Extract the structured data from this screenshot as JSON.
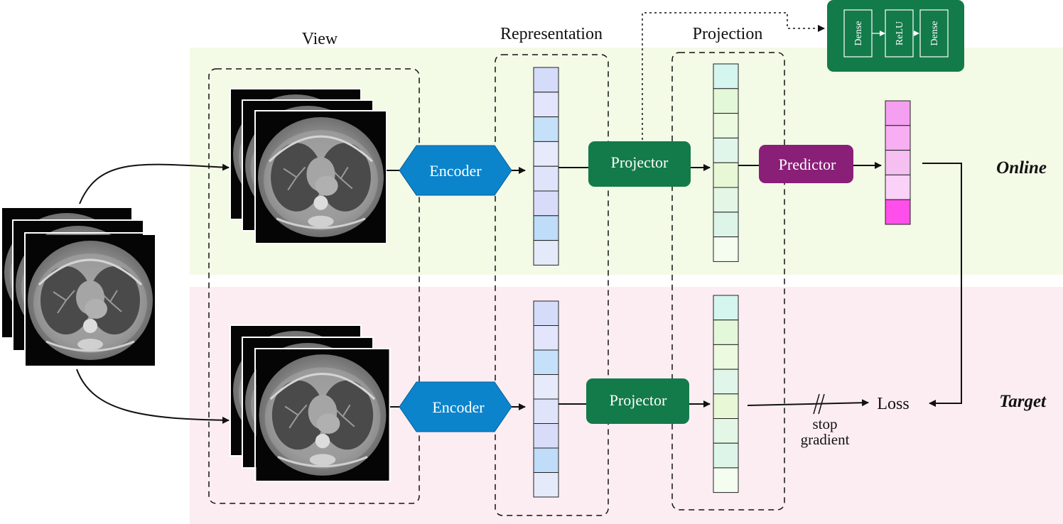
{
  "labels": {
    "view": "View",
    "representation": "Representation",
    "projection": "Projection",
    "online": "Online",
    "target": "Target",
    "loss": "Loss",
    "stop_gradient_line1": "stop",
    "stop_gradient_line2": "gradient"
  },
  "blocks": {
    "encoder": "Encoder",
    "projector": "Projector",
    "predictor": "Predictor"
  },
  "predictor_detail": [
    "Dense",
    "ReLU",
    "Dense"
  ],
  "colors": {
    "online_band": "#f3fae6",
    "target_band": "#fcedf3",
    "encoder": "#0b84cc",
    "projector": "#137a4a",
    "predictor": "#8a1f78",
    "representation_cells": [
      "#d4dcfa",
      "#e2e5fb",
      "#c5e1f9",
      "#e6eafb",
      "#dfe4fb",
      "#d9dcf9",
      "#bfdcf8",
      "#e5eafb"
    ],
    "projection_cells": [
      "#d5f5ef",
      "#e3f8d8",
      "#ecfae0",
      "#e0f6ea",
      "#e8f8d6",
      "#e4f7e6",
      "#dcf5e8",
      "#f5fcf0"
    ],
    "prediction_cells": [
      "#f59ff0",
      "#f7aef2",
      "#f5bff2",
      "#fad1f7",
      "#ff4ee9"
    ]
  }
}
